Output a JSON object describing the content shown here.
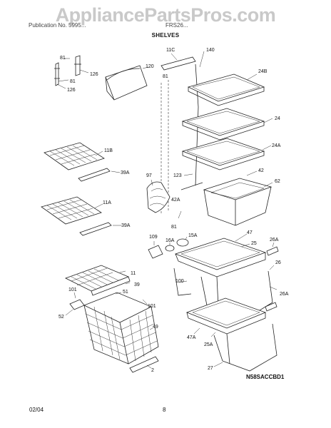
{
  "watermark": "AppliancePartsPros.com",
  "header": {
    "left_text": "Publication No. 5995...",
    "right_text": "FRS26...",
    "title": "SHELVES"
  },
  "diagram_code": "N58SACCBD1",
  "footer": {
    "date": "02/04",
    "page": "8"
  },
  "callouts": {
    "c81a": "81",
    "c126a": "126",
    "c81b": "81",
    "c126b": "126",
    "c120": "120",
    "c11c": "11C",
    "c140": "140",
    "c81c": "81",
    "c24b": "24B",
    "c24": "24",
    "c24a": "24A",
    "c11b": "11B",
    "c39a_1": "39A",
    "c11a": "11A",
    "c39a_2": "39A",
    "c97": "97",
    "c123": "123",
    "c42": "42",
    "c62": "62",
    "c42a": "42A",
    "c81d": "81",
    "c109": "109",
    "c16a": "16A",
    "c15a": "15A",
    "c47a": "47",
    "c25": "25",
    "c26a_1": "26A",
    "c26": "26",
    "c26a_2": "26A",
    "c100": "100",
    "c11": "11",
    "c39": "39",
    "c101a": "101",
    "c51": "51",
    "c101b": "101",
    "c52": "52",
    "c49": "49",
    "c2": "2",
    "c47a_2": "47A",
    "c25a": "25A",
    "c27": "27"
  }
}
